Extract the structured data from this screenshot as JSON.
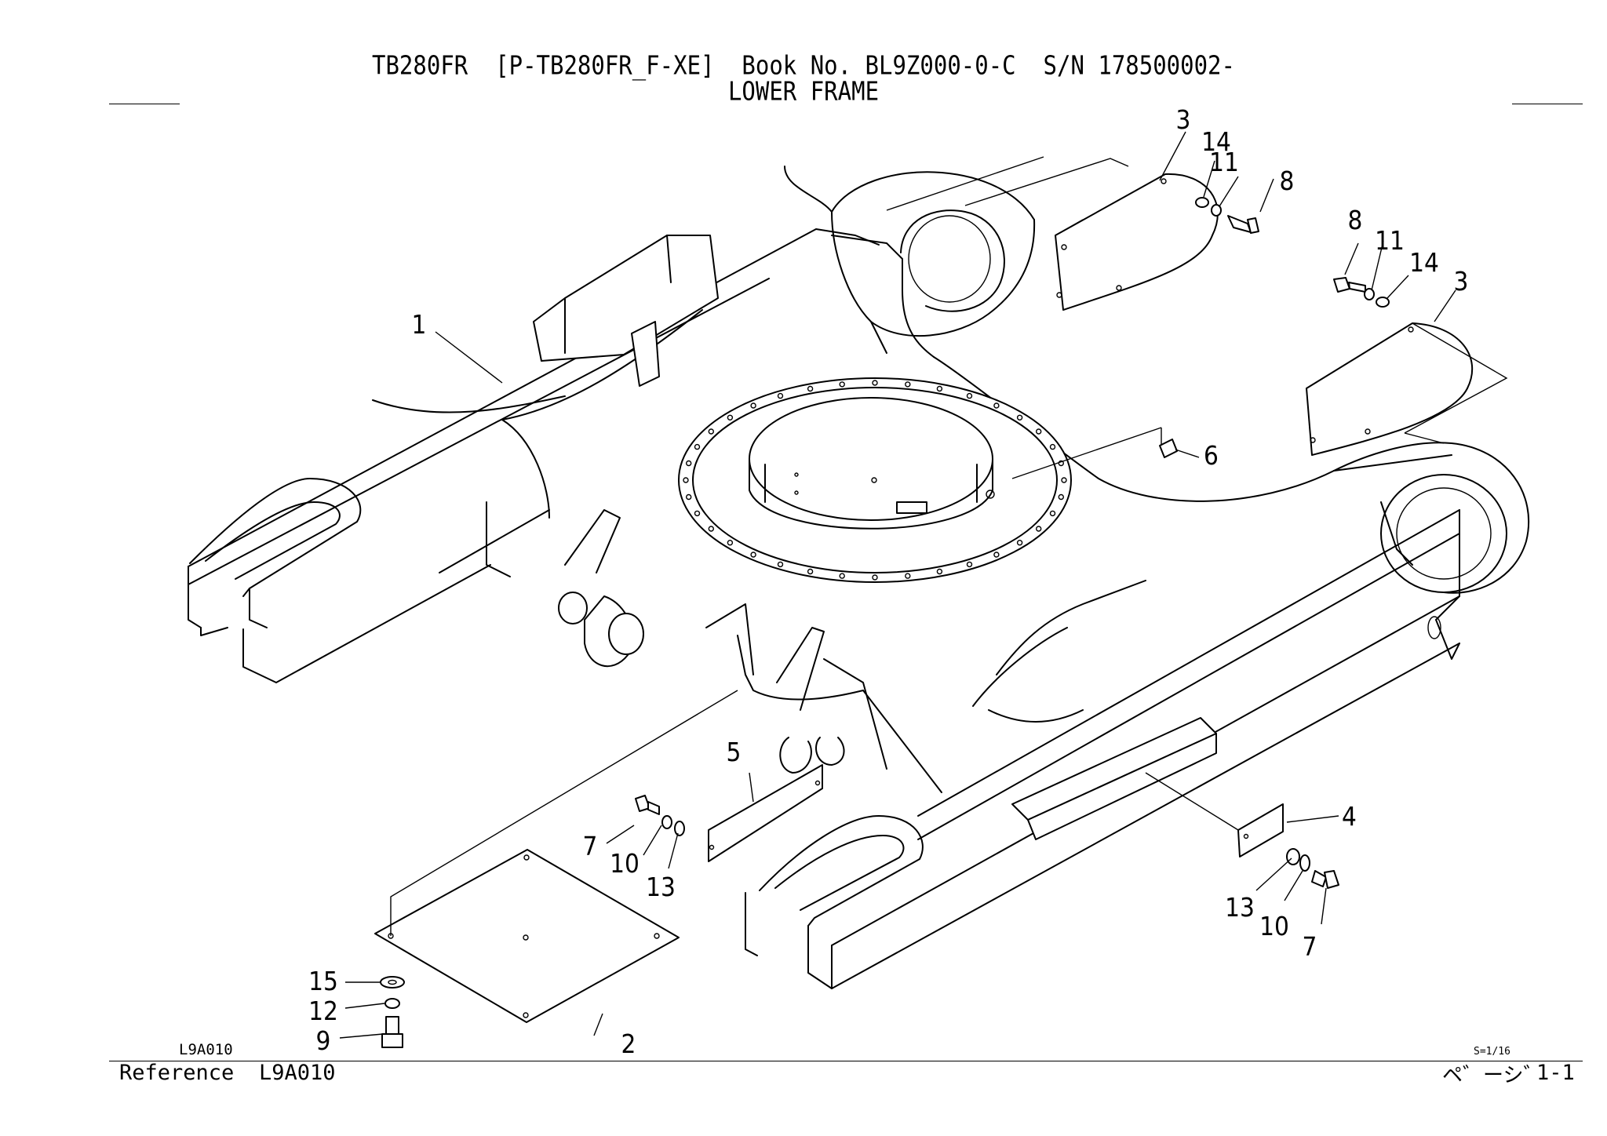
{
  "header": {
    "line1": "TB280FR  [P-TB280FR_F-XE]  Book No. BL9Z000-0-C  S/N 178500002-",
    "line2": "LOWER FRAME"
  },
  "footer": {
    "figure_code": "L9A010",
    "reference_label": "Reference",
    "reference_code": "L9A010",
    "scale": "S=1/16",
    "page_label": "ペ゛ーシ゛",
    "page_number": "1-1"
  },
  "callouts": [
    "1",
    "2",
    "3",
    "3",
    "4",
    "5",
    "6",
    "7",
    "7",
    "8",
    "8",
    "9",
    "10",
    "10",
    "11",
    "11",
    "12",
    "13",
    "13",
    "14",
    "14",
    "15"
  ]
}
